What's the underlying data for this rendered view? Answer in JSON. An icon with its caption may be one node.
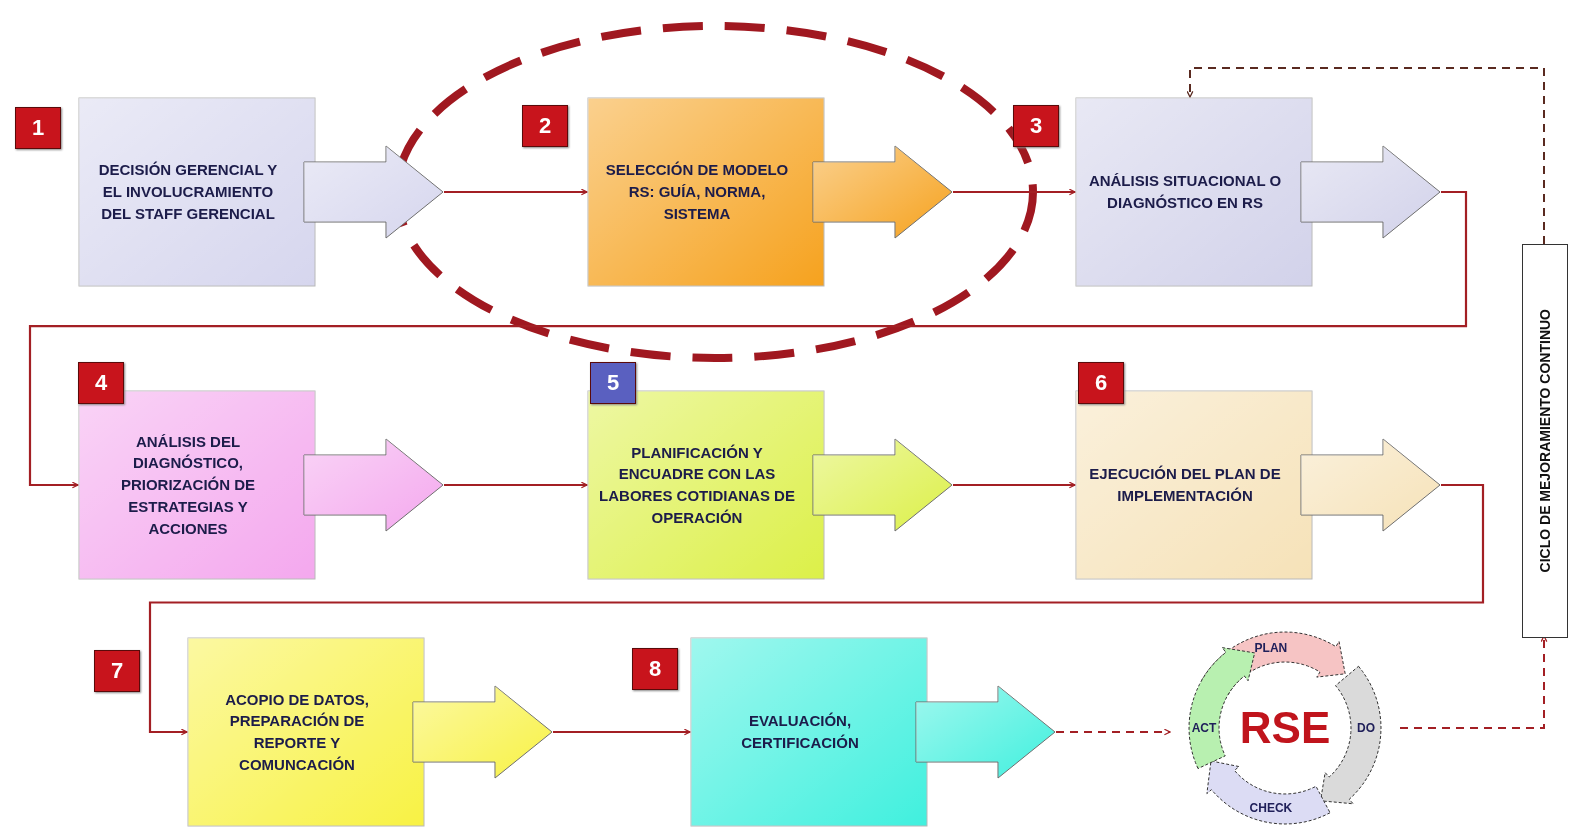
{
  "diagram": {
    "nodes": [
      {
        "text": [
          "DECISIÓN GERENCIAL Y EL INVOLUCRAMIENTO DEL STAFF GERENCIAL"
        ],
        "beside": [
          "1"
        ]
      },
      {
        "text": [
          "SELECCIÓN DE MODELO RS: GUÍA, NORMA, SISTEMA"
        ],
        "beside": [
          "2"
        ]
      },
      {
        "text": [
          "ANÁLISIS SITUACIONAL O DIAGNÓSTICO EN RS"
        ],
        "beside": [
          "3"
        ]
      },
      {
        "text": [
          "ANÁLISIS DEL DIAGNÓSTICO, PRIORIZACIÓN DE ESTRATEGIAS Y ACCIONES"
        ],
        "beside": [
          "4"
        ]
      },
      {
        "text": [
          "PLANIFICACIÓN Y ENCUADRE CON LAS LABORES COTIDIANAS DE OPERACIÓN"
        ],
        "beside": [
          "5"
        ]
      },
      {
        "text": [
          "EJECUCIÓN DEL PLAN DE IMPLEMENTACIÓN"
        ],
        "beside": [
          "6"
        ]
      },
      {
        "text": [
          "ACOPIO DE DATOS, PREPARACIÓN DE REPORTE Y COMUNCACIÓN"
        ],
        "beside": [
          "7"
        ]
      },
      {
        "text": [
          "EVALUACIÓN, CERTIFICACIÓN"
        ],
        "beside": [
          "8"
        ]
      },
      {
        "text": [
          "PLAN",
          "ACT",
          "RSE",
          "DO",
          "CHECK"
        ]
      },
      {
        "text": [
          "CICLO DE MEJORAMIENTO CONTINUO"
        ]
      }
    ],
    "edges": [
      {
        "from": 0,
        "to": 1,
        "arrow": "to"
      },
      {
        "from": 1,
        "to": 2,
        "arrow": "to"
      },
      {
        "from": 2,
        "to": 3,
        "arrow": "to"
      },
      {
        "from": 3,
        "to": 4,
        "arrow": "to"
      },
      {
        "from": 4,
        "to": 5,
        "arrow": "to"
      },
      {
        "from": 5,
        "to": 6,
        "arrow": "to"
      },
      {
        "from": 6,
        "to": 7,
        "arrow": "to"
      },
      {
        "from": 7,
        "to": 8,
        "arrow": "to",
        "style": "dashed"
      },
      {
        "from": 8,
        "to": 9,
        "arrow": "to",
        "style": "dashed"
      },
      {
        "from": 9,
        "to": 2,
        "arrow": "to",
        "style": "dashed",
        "color": "#5a2a20"
      }
    ]
  }
}
